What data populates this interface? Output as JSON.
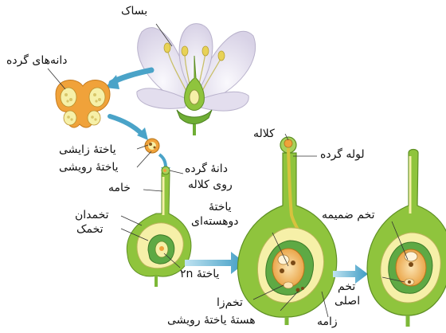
{
  "labels": {
    "stamen": "بساک",
    "pollen_grains": "دانه‌های گرده",
    "generative_cell": "یاختهٔ زایشی",
    "vegetative_cell": "یاختهٔ رویشی",
    "style": "خامه",
    "pollen_on_stigma_1": "دانهٔ گرده",
    "pollen_on_stigma_2": "روی کلاله",
    "ovary": "تخمدان",
    "ovule": "تخمک",
    "cell_2n": "یاختهٔ ۲n",
    "stigma": "کلاله",
    "pollen_tube": "لوله گرده",
    "binucleate_cell_1": "یاختهٔ",
    "binucleate_cell_2": "دوهسته‌ای",
    "egg_cell": "تخم‌زا",
    "vegetative_nucleus": "هستهٔ یاختهٔ رویشی",
    "endosperm_zygote": "تخم ضمیمه",
    "zygote_1": "تخم",
    "zygote_2": "اصلی",
    "integument": "زامه"
  },
  "colors": {
    "petal": "#ece8f3",
    "pistil_green": "#8fc43d",
    "inner_yellow": "#f6f0a8",
    "ovule_green": "#5ea944",
    "orange": "#f0a23a",
    "arrow_blue": "#4aa3c8"
  }
}
